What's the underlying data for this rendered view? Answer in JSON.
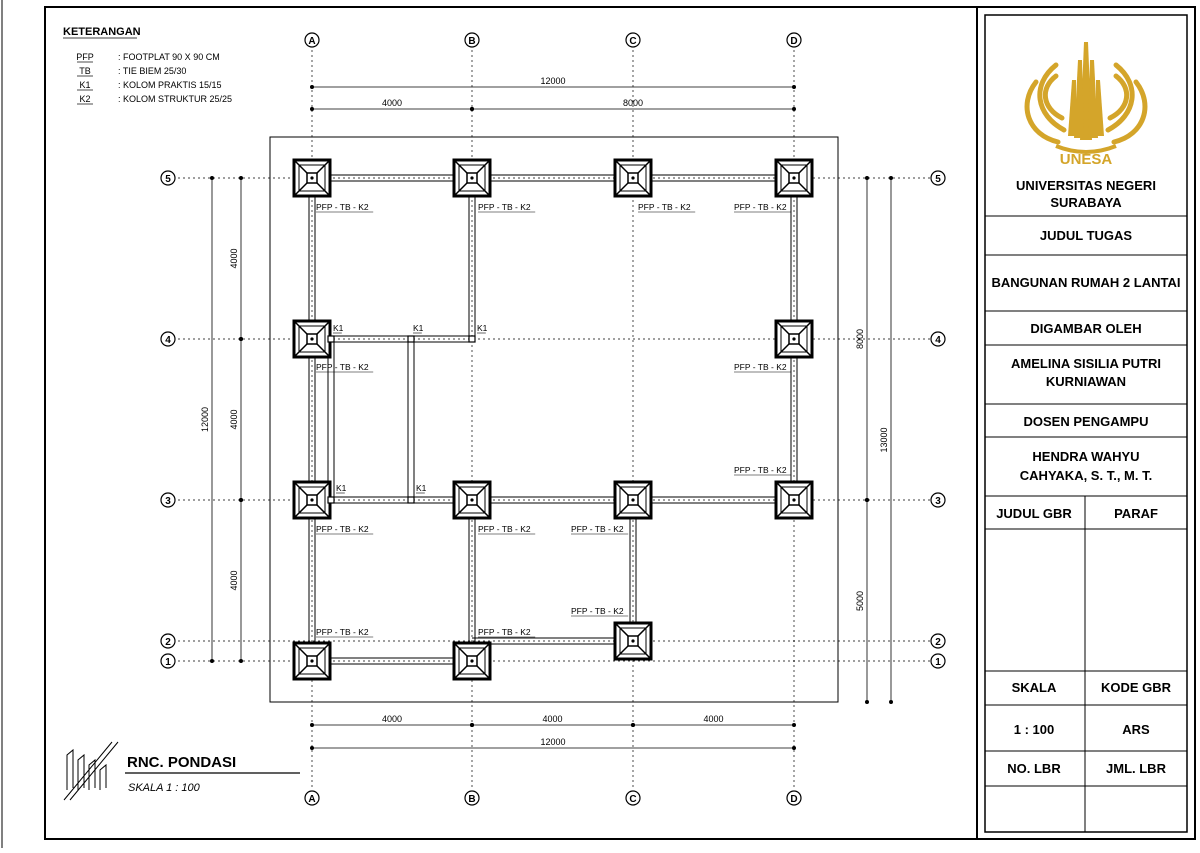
{
  "legend": {
    "title": "KETERANGAN",
    "items": [
      {
        "code": "PFP",
        "desc": ": FOOTPLAT 90 X 90  CM"
      },
      {
        "code": "TB",
        "desc": ": TIE BIEM 25/30"
      },
      {
        "code": "K1",
        "desc": ": KOLOM PRAKTIS 15/15"
      },
      {
        "code": "K2",
        "desc": ": KOLOM STRUKTUR 25/25"
      }
    ]
  },
  "grid": {
    "vertical": [
      {
        "label": "A"
      },
      {
        "label": "B"
      },
      {
        "label": "C"
      },
      {
        "label": "D"
      }
    ],
    "horizontal": [
      {
        "label": "5"
      },
      {
        "label": "4"
      },
      {
        "label": "3"
      },
      {
        "label": "2"
      },
      {
        "label": "1"
      }
    ]
  },
  "dimensions": {
    "top_total": "12000",
    "top_left": "4000",
    "top_right": "8000",
    "bottom_a": "4000",
    "bottom_b": "4000",
    "bottom_c": "4000",
    "bottom_total": "12000",
    "left_total": "12000",
    "left_1": "4000",
    "left_2": "4000",
    "left_3": "4000",
    "right_upper": "8000",
    "right_lower": "5000",
    "right_total": "13000"
  },
  "labels": {
    "pfp": "PFP - TB - K2",
    "k1": "K1"
  },
  "drawing": {
    "title": "RNC. PONDASI",
    "scale": "SKALA 1 : 100"
  },
  "title_block": {
    "logo_text": "UNESA",
    "university_line1": "UNIVERSITAS NEGERI",
    "university_line2": "SURABAYA",
    "judul_tugas_label": "JUDUL TUGAS",
    "judul_tugas_value": "BANGUNAN RUMAH 2 LANTAI",
    "digambar_label": "DIGAMBAR OLEH",
    "digambar_line1": "AMELINA SISILIA PUTRI",
    "digambar_line2": "KURNIAWAN",
    "dosen_label": "DOSEN PENGAMPU",
    "dosen_line1": "HENDRA WAHYU",
    "dosen_line2": "CAHYAKA, S. T., M. T.",
    "judul_gbr": "JUDUL GBR",
    "paraf": "PARAF",
    "skala_label": "SKALA",
    "kode_label": "KODE GBR",
    "skala_value": "1 : 100",
    "kode_value": "ARS",
    "no_lbr": "NO. LBR",
    "jml_lbr": "JML. LBR"
  },
  "colors": {
    "logo_gold": "#D4A52A",
    "line": "#000000"
  }
}
